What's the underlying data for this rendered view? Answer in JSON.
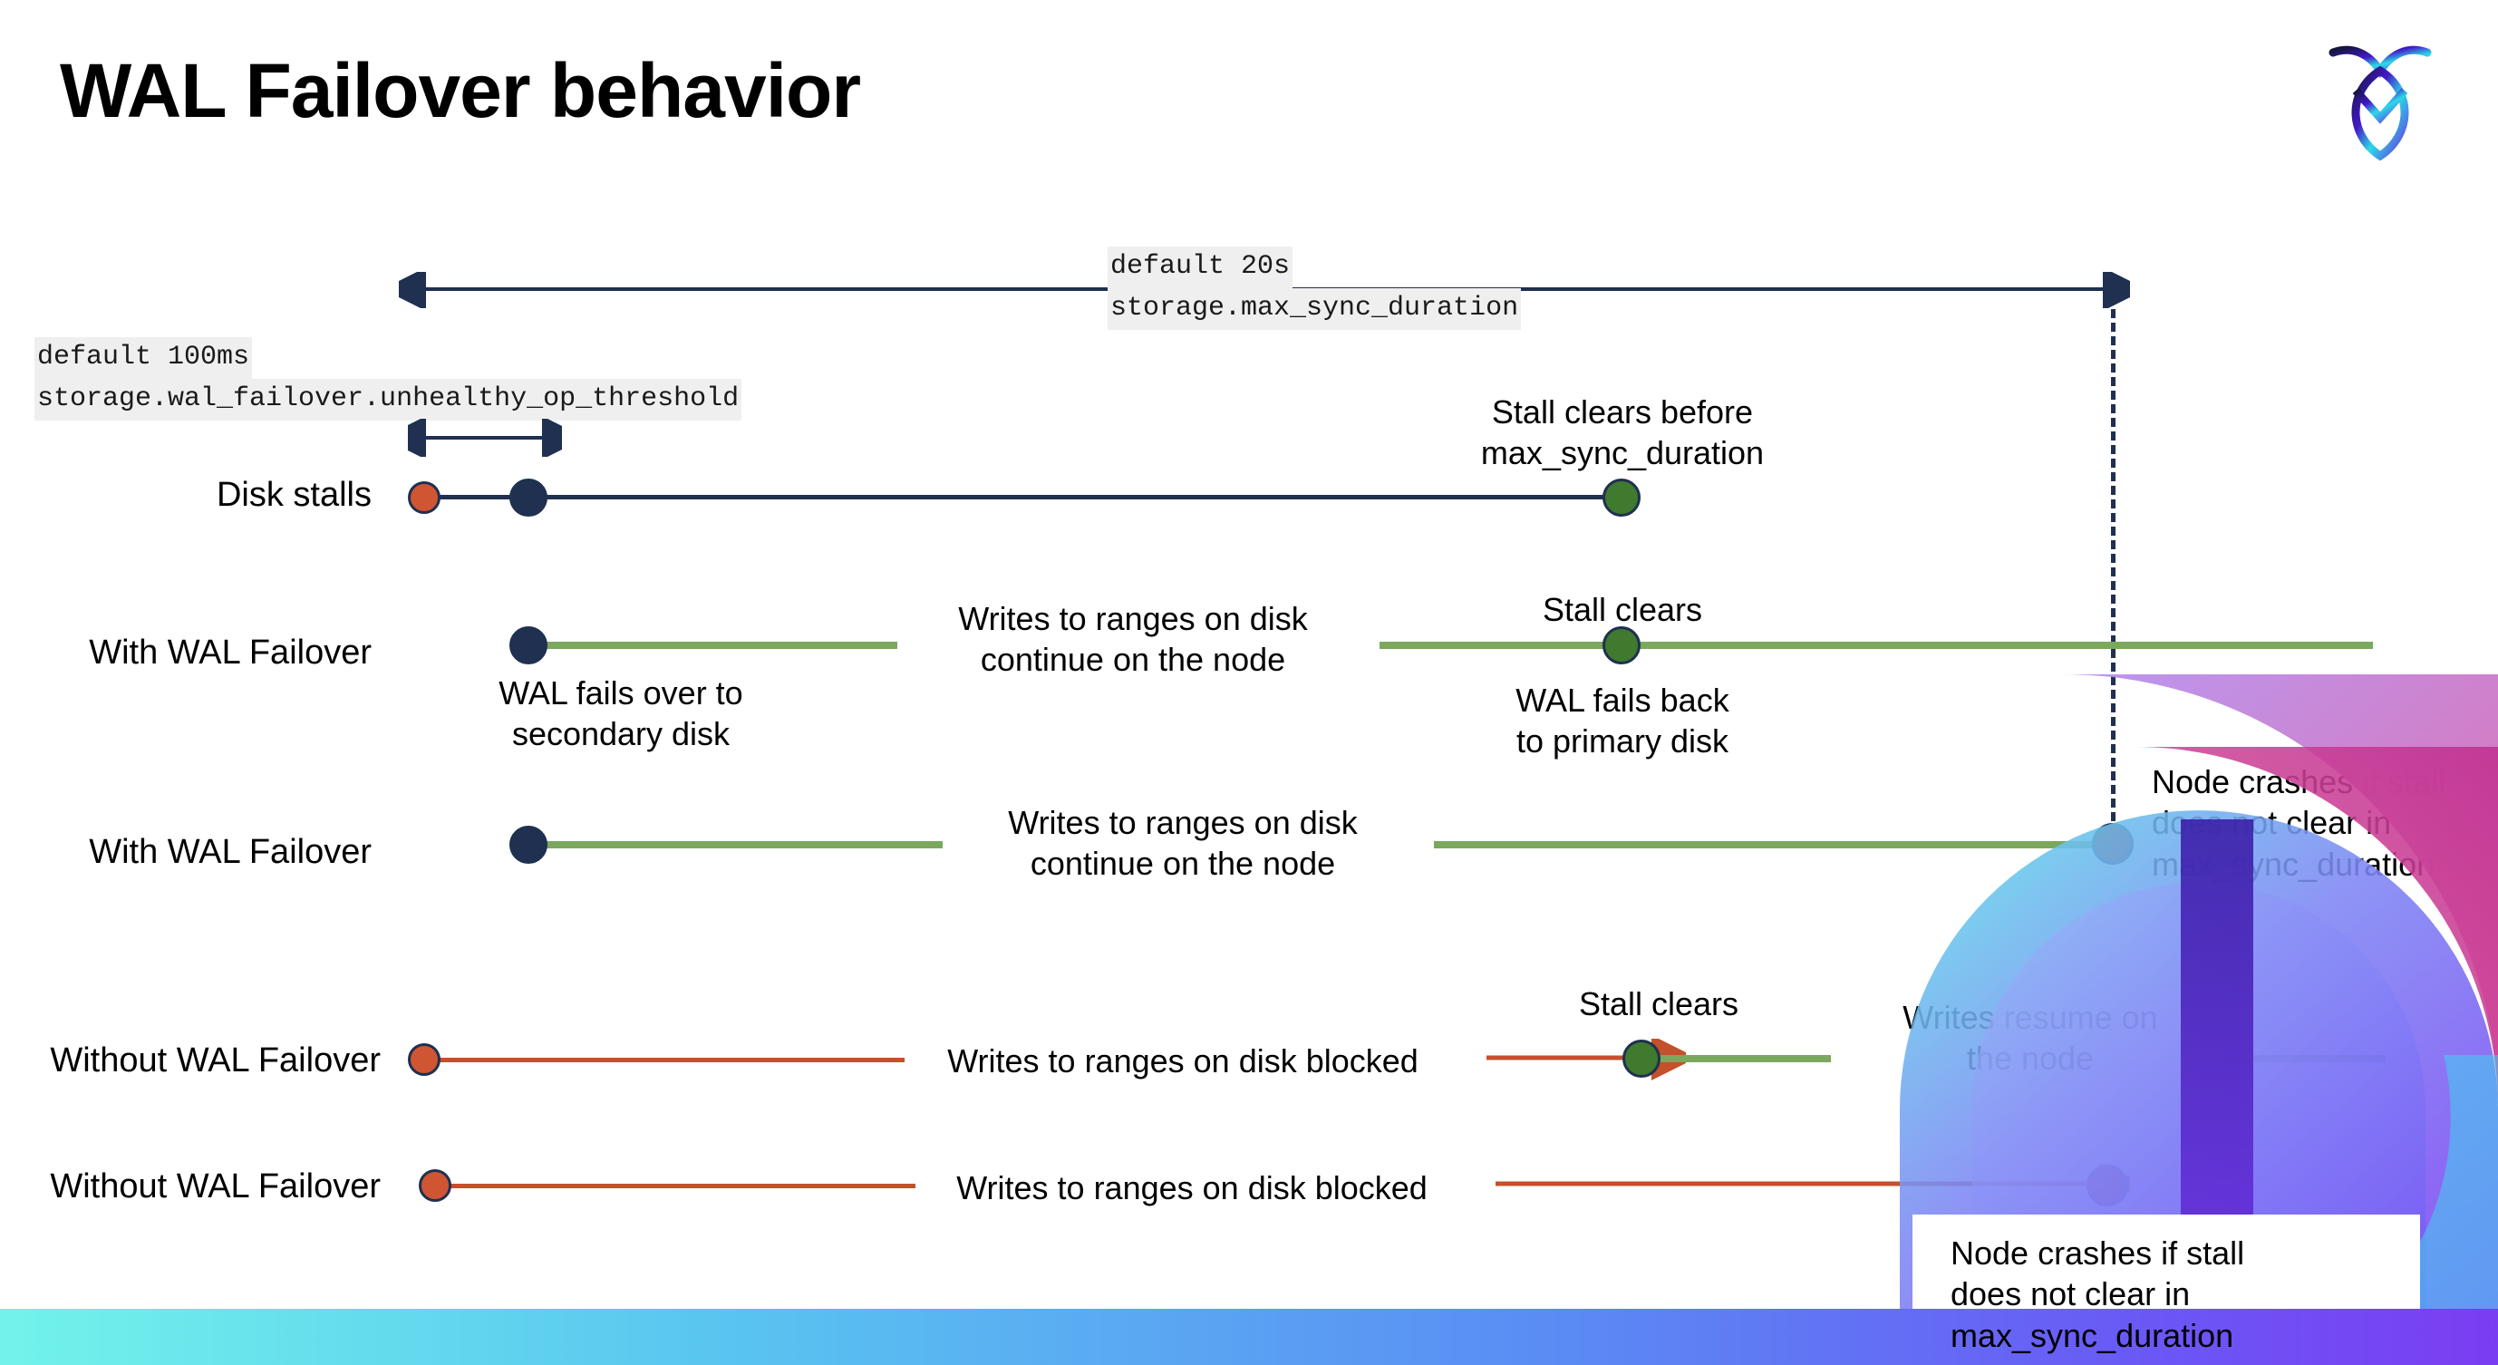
{
  "slide": {
    "title": "WAL Failover behavior",
    "logo_icon": "cockroachdb-logo-icon"
  },
  "settings_callouts": [
    {
      "name": "max-sync-duration-callout",
      "default_label": "default 20s",
      "setting_name": "storage.max_sync_duration"
    },
    {
      "name": "unhealthy-op-threshold-callout",
      "default_label": "default 100ms",
      "setting_name": "storage.wal_failover.unhealthy_op_threshold"
    }
  ],
  "rows": [
    {
      "id": "disk-stalls",
      "label": "Disk stalls",
      "annotations": [
        "Stall clears before\nmax_sync_duration"
      ]
    },
    {
      "id": "with-wal-failover-1",
      "label": "With WAL Failover",
      "annotations": [
        "WAL fails over to\nsecondary disk",
        "Writes to ranges on disk\ncontinue on the node",
        "Stall clears",
        "WAL fails  back\nto primary disk"
      ]
    },
    {
      "id": "with-wal-failover-2",
      "label": "With WAL Failover",
      "annotations": [
        "Writes to ranges on disk\ncontinue on the node",
        "Node crashes if stall\ndoes not clear in\nmax_sync_duration"
      ]
    },
    {
      "id": "without-wal-failover-1",
      "label": "Without WAL Failover",
      "annotations": [
        "Writes to ranges on disk  blocked",
        "Stall clears",
        "Writes resume on\nthe node"
      ]
    },
    {
      "id": "without-wal-failover-2",
      "label": "Without WAL Failover",
      "annotations": [
        "Writes to ranges on disk  blocked",
        "Node crashes if stall\ndoes not clear in\nmax_sync_duration"
      ]
    }
  ],
  "markers": {
    "stall-start-orange": "stall-start-marker",
    "failover-navy": "failover-marker",
    "stall-clears-green": "stall-clears-marker",
    "node-crash-red": "node-crash-marker"
  },
  "colors": {
    "navy": "#1f3050",
    "orange": "#cf5533",
    "red_line": "#c4502c",
    "green_line": "#7aa85c",
    "green_dot": "#3f7a2e",
    "dark_red": "#8c1a13",
    "code_bg": "#efefef"
  }
}
